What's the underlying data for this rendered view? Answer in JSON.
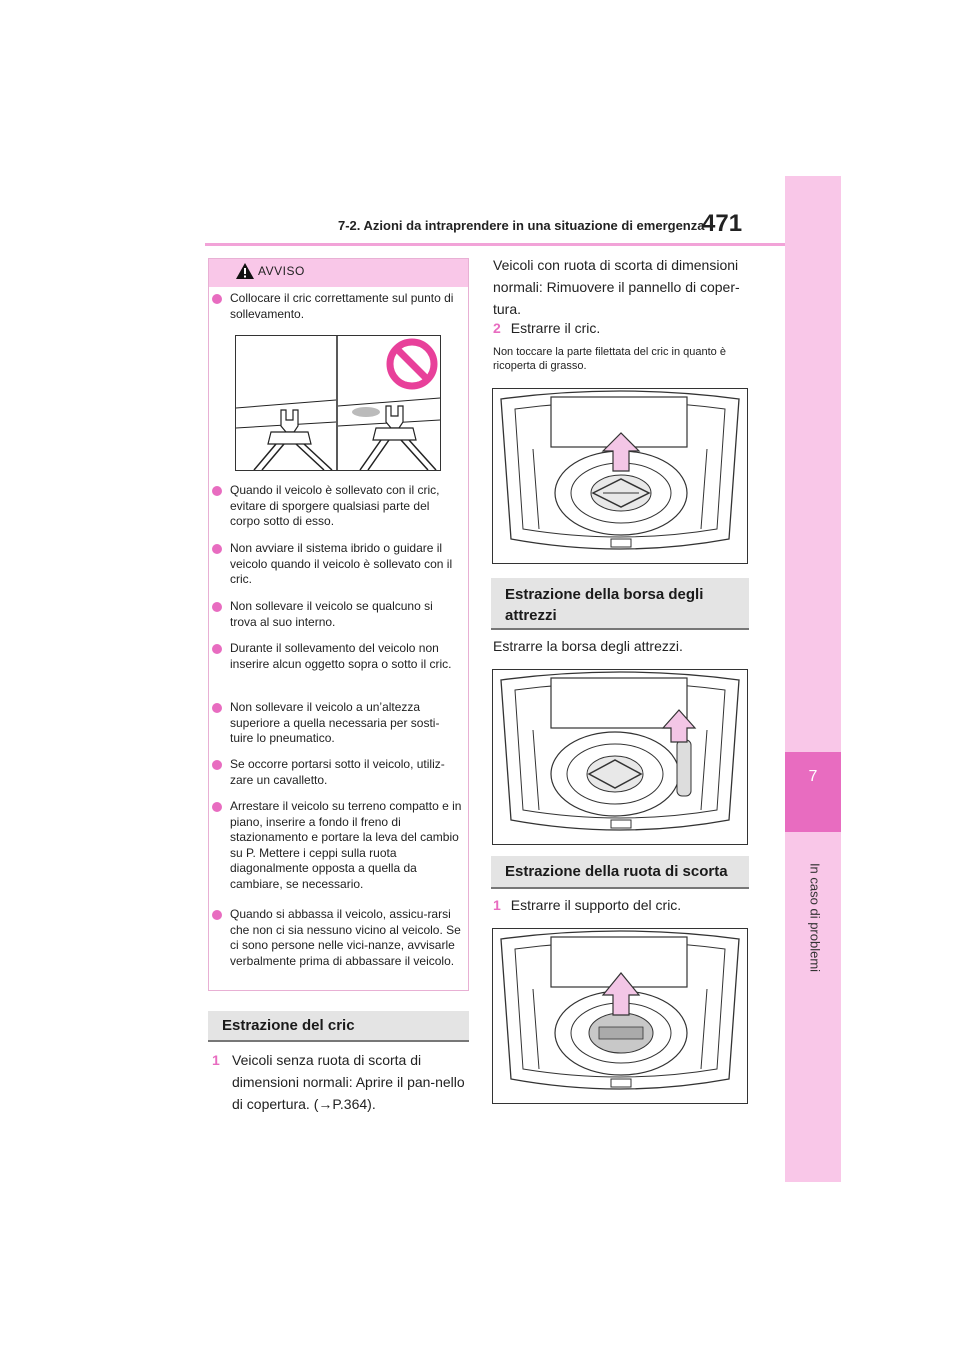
{
  "header": {
    "section_title": "7-2. Azioni da intraprendere in una situazione di emergenza",
    "page_number": "471"
  },
  "side_tab": {
    "chapter_number": "7",
    "chapter_title": "In caso di problemi"
  },
  "warning": {
    "label": "AVVISO",
    "items": [
      "Collocare il cric correttamente sul punto di sollevamento.",
      "Quando il veicolo è sollevato con il cric, evitare di sporgere qualsiasi parte del corpo sotto di esso.",
      "Non avviare il sistema ibrido o guidare il veicolo quando il veicolo è sollevato con il cric.",
      "Non sollevare il veicolo se qualcuno si trova al suo interno.",
      "Durante il sollevamento del veicolo non inserire alcun oggetto sopra o sotto il cric.",
      "Non sollevare il veicolo a un’altezza superiore a quella necessaria per sosti-tuire lo pneumatico.",
      "Se occorre portarsi sotto il veicolo, utiliz-zare un cavalletto.",
      "Arrestare il veicolo su terreno compatto e in piano, inserire a fondo il freno di stazionamento e portare la leva del cambio su P. Mettere i ceppi sulla ruota diagonalmente opposta a quella da cambiare, se necessario.",
      "Quando si abbassa il veicolo, assicu-rarsi che non ci sia nessuno vicino al veicolo. Se ci sono persone nelle vici-nanze, avvisarle verbalmente prima di abbassare il veicolo."
    ]
  },
  "section_cric": {
    "heading": "Estrazione del cric",
    "step1_num": "1",
    "step1_text": "Veicoli senza ruota di scorta di dimensioni normali: Aprire il pan-nello di copertura. (→P.364).",
    "step1_cont": "Veicoli con ruota di scorta di dimensioni normali: Rimuovere il pannello di coper-tura.",
    "step2_num": "2",
    "step2_text": "Estrarre il cric.",
    "note": "Non toccare la parte filettata del cric in quanto è ricoperta di grasso."
  },
  "section_borsa": {
    "heading": "Estrazione della borsa degli attrezzi",
    "text": "Estrarre la borsa degli attrezzi."
  },
  "section_ruota": {
    "heading": "Estrazione della ruota di scorta",
    "step1_num": "1",
    "step1_text": "Estrarre il supporto del cric."
  },
  "colors": {
    "accent_pink": "#e86cc0",
    "light_pink": "#f9c7e8",
    "heading_gray": "#e4e4e4"
  }
}
